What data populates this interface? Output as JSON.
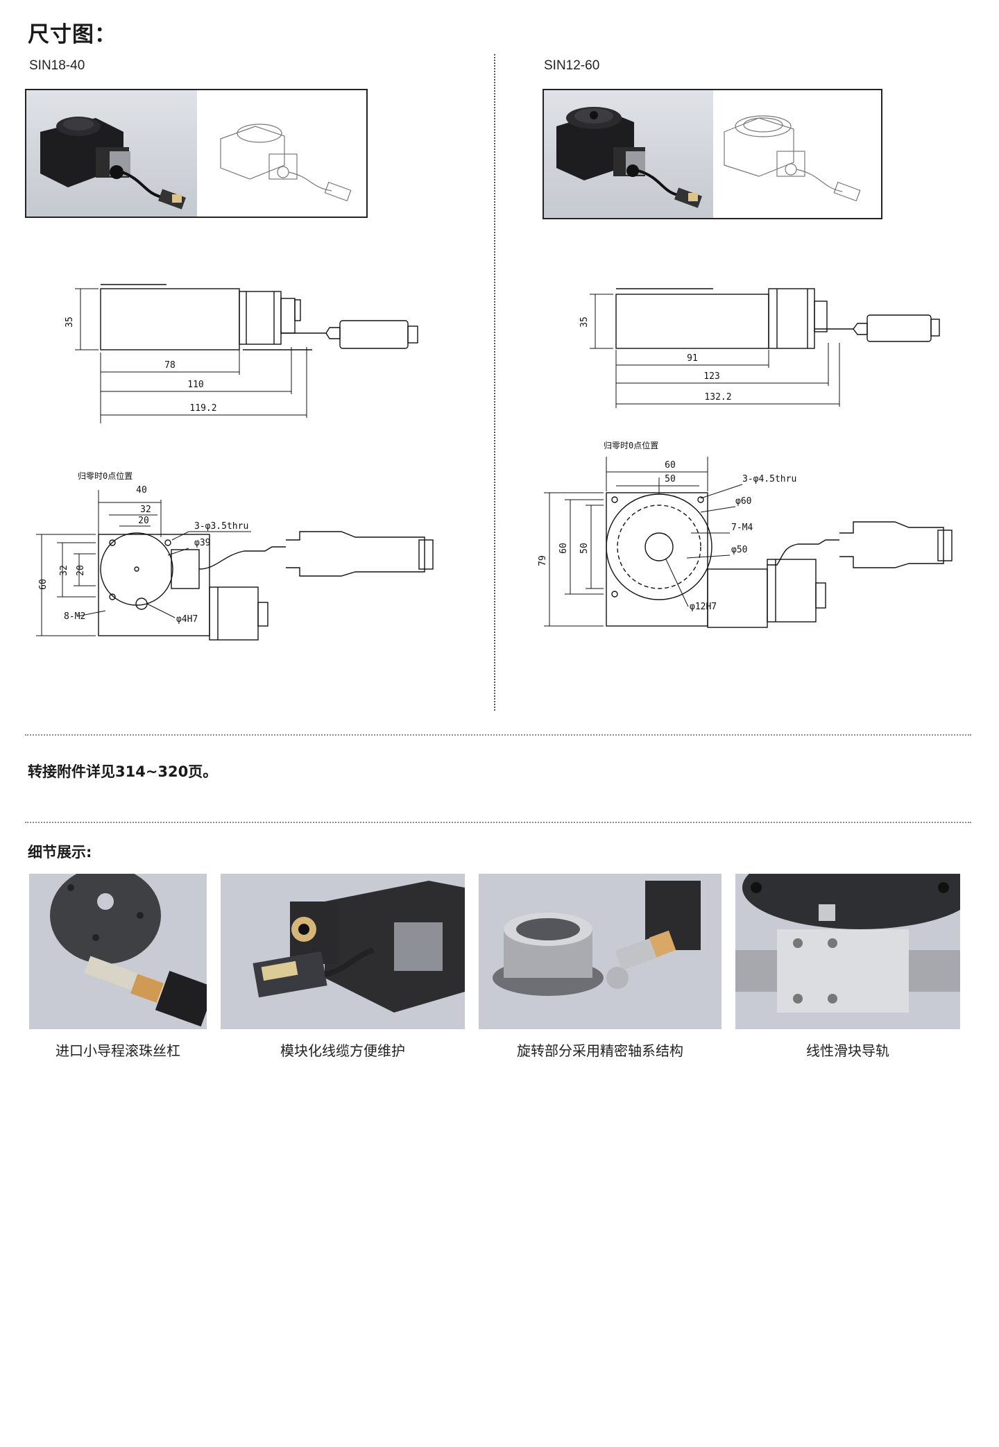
{
  "header": {
    "title": "尺寸图："
  },
  "models": [
    {
      "name": "SIN18-40",
      "side_dims": {
        "height": "35",
        "d1": "78",
        "d2": "110",
        "d3": "119.2"
      },
      "top_dims": {
        "zero_label": "归零时0点位置",
        "w1": "40",
        "w2": "32",
        "w3": "20",
        "h1": "60",
        "h2": "32",
        "h3": "20",
        "holes": "3-φ3.5thru",
        "dia": "φ39",
        "center": "φ4H7",
        "tap": "8-M2"
      }
    },
    {
      "name": "SIN12-60",
      "side_dims": {
        "height": "35",
        "d1": "91",
        "d2": "123",
        "d3": "132.2"
      },
      "top_dims": {
        "zero_label": "归零时0点位置",
        "w1": "60",
        "w2": "50",
        "h1": "79",
        "h2": "60",
        "h3": "50",
        "holes": "3-φ4.5thru",
        "dia1": "φ60",
        "tap": "7-M4",
        "dia2": "φ50",
        "center": "φ12H7"
      }
    }
  ],
  "note": "转接附件详见314~320页。",
  "details": {
    "title": "细节展示:",
    "items": [
      {
        "caption": "进口小导程滚珠丝杠"
      },
      {
        "caption": "模块化线缆方便维护"
      },
      {
        "caption": "旋转部分采用精密轴系结构"
      },
      {
        "caption": "线性滑块导轨"
      }
    ]
  }
}
